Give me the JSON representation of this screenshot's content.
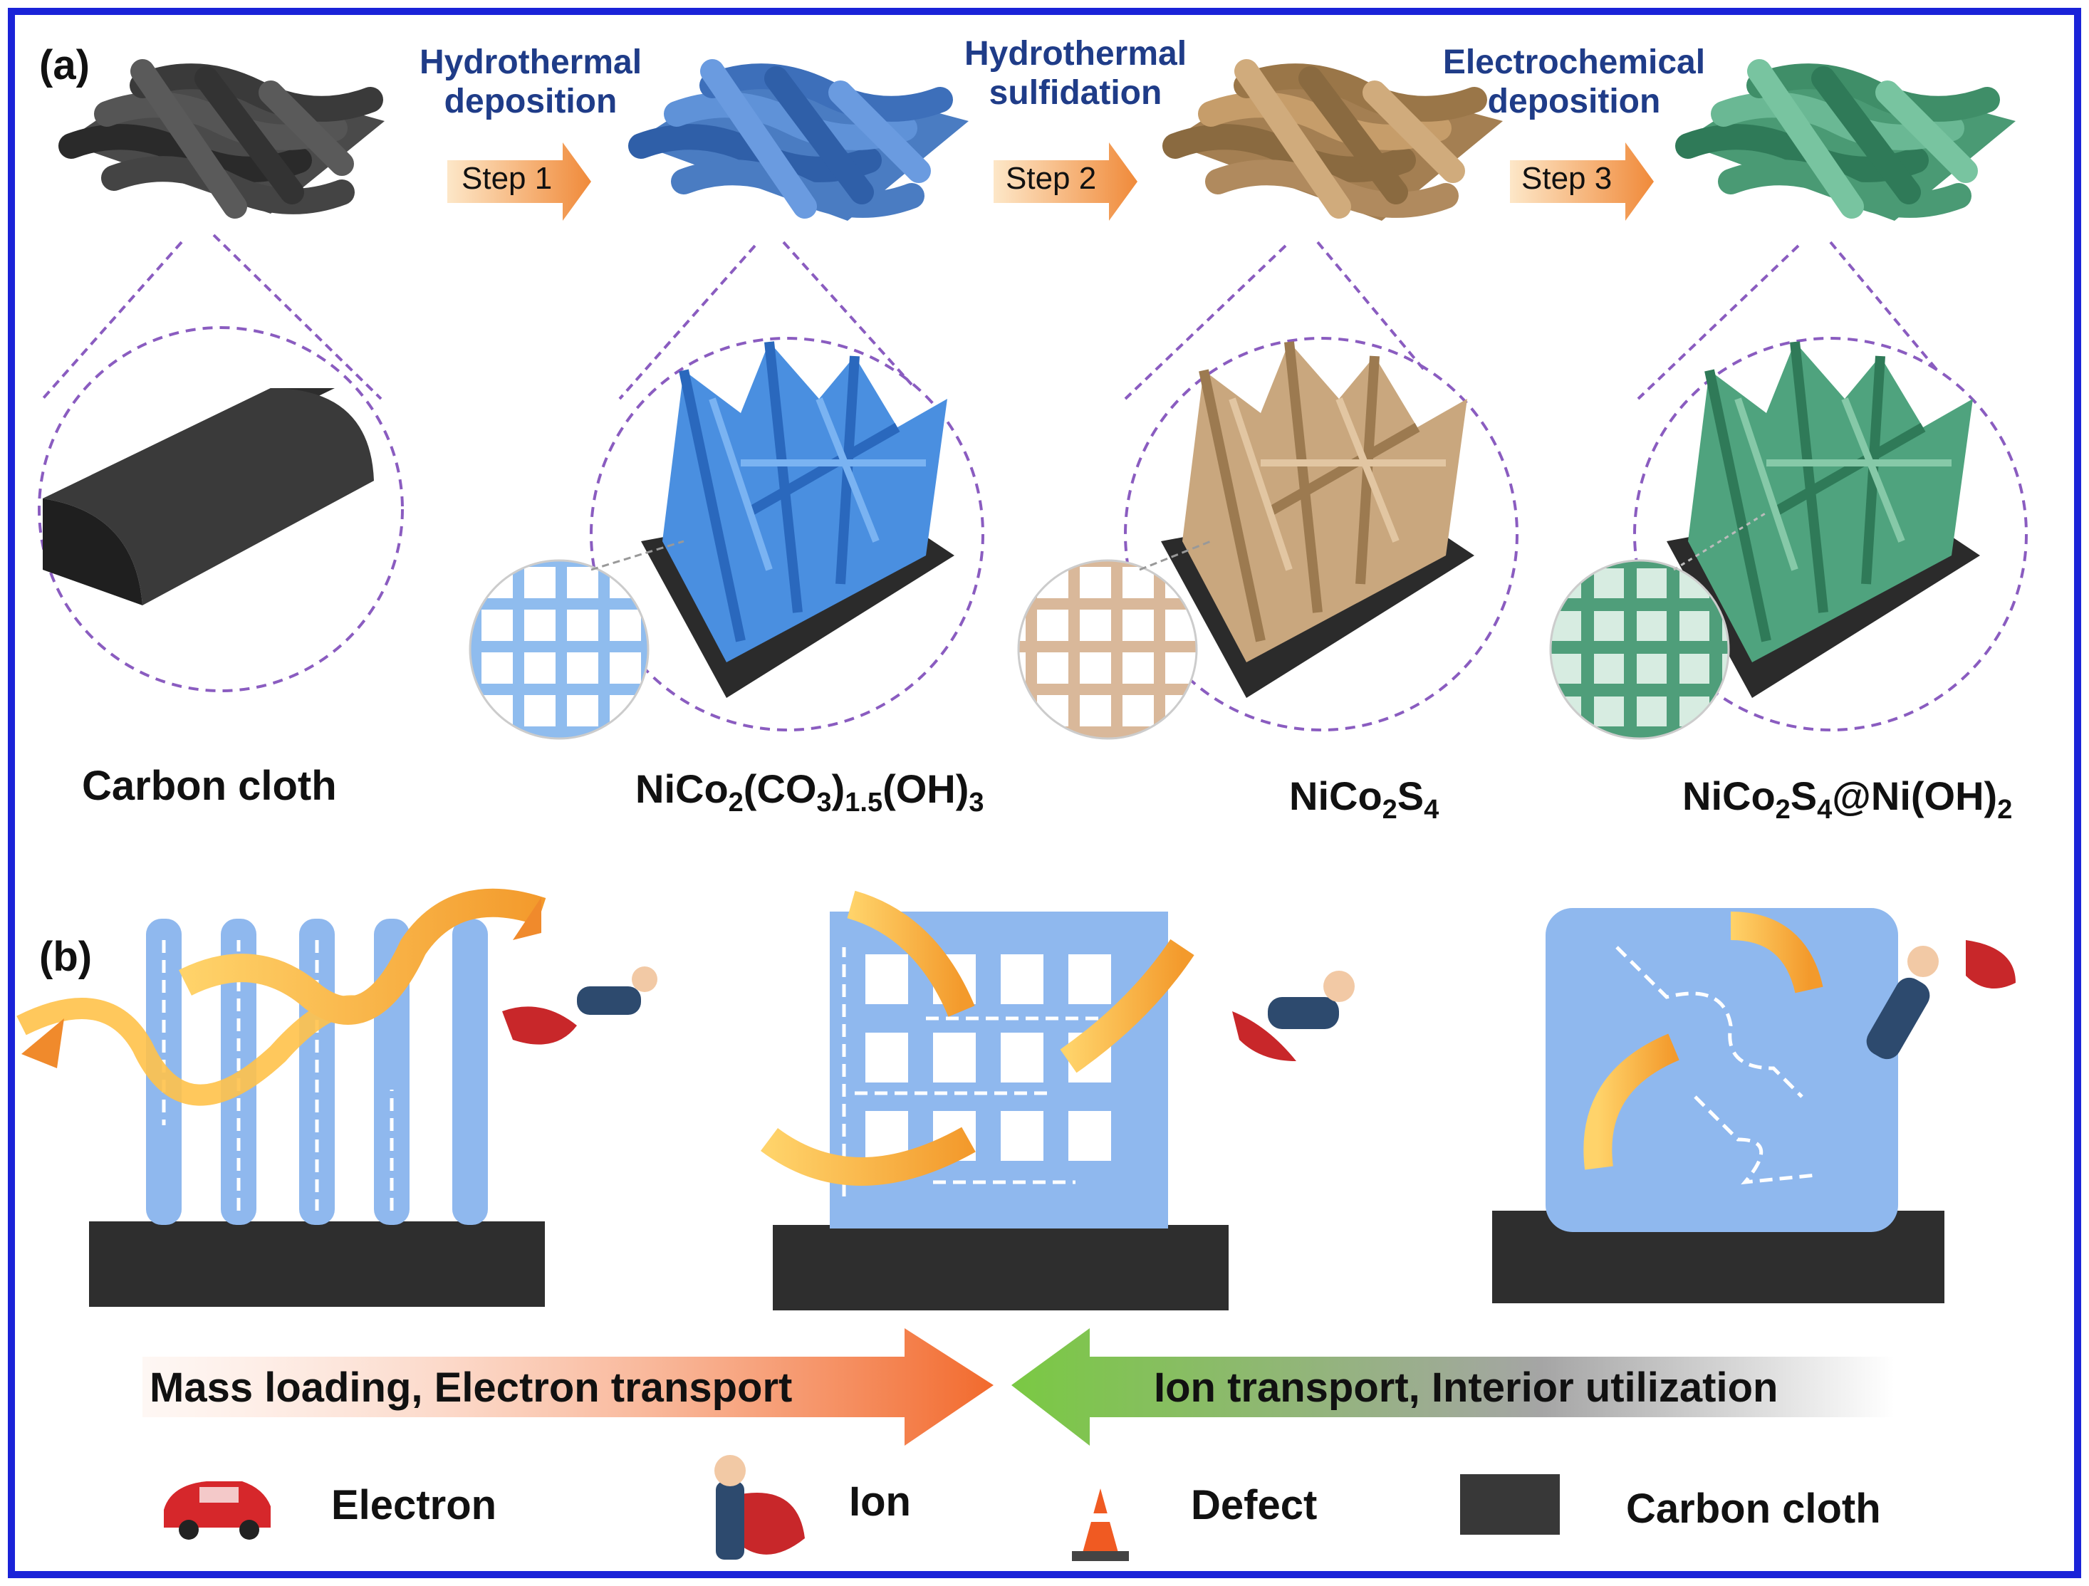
{
  "panel_labels": {
    "a": "(a)",
    "b": "(b)"
  },
  "steps": [
    {
      "process_line1": "Hydrothermal",
      "process_line2": "deposition",
      "button": "Step 1"
    },
    {
      "process_line1": "Hydrothermal",
      "process_line2": "sulfidation",
      "button": "Step 2"
    },
    {
      "process_line1": "Electrochemical",
      "process_line2": "deposition",
      "button": "Step 3"
    }
  ],
  "materials": [
    {
      "main": "Carbon cloth"
    },
    {
      "main": "NiCo",
      "s1": "2",
      "m2": "(CO",
      "s2": "3",
      "m3": ")",
      "s3": "1.5",
      "m4": "(OH)",
      "s4": "3"
    },
    {
      "main": "NiCo",
      "s1": "2",
      "m2": "S",
      "s2": "4"
    },
    {
      "main": "NiCo",
      "s1": "2",
      "m2": "S",
      "s2": "4",
      "m3": "@Ni(OH)",
      "s3": "2"
    }
  ],
  "bottom_arrows": {
    "left": "Mass loading, Electron transport",
    "right": "Ion transport, Interior utilization"
  },
  "legend": {
    "electron": "Electron",
    "ion": "Ion",
    "defect": "Defect",
    "carbon_cloth": "Carbon cloth"
  },
  "colors": {
    "border": "#1a23d8",
    "carbon": "#3a3a3a",
    "blue": "#3f78c8",
    "tan": "#b08a5e",
    "green": "#4a9a74",
    "rod": "#8fb8ee",
    "arrow_orange": "#f0843a",
    "arrow_green": "#7ac943",
    "title_blue": "#1f3c88"
  }
}
